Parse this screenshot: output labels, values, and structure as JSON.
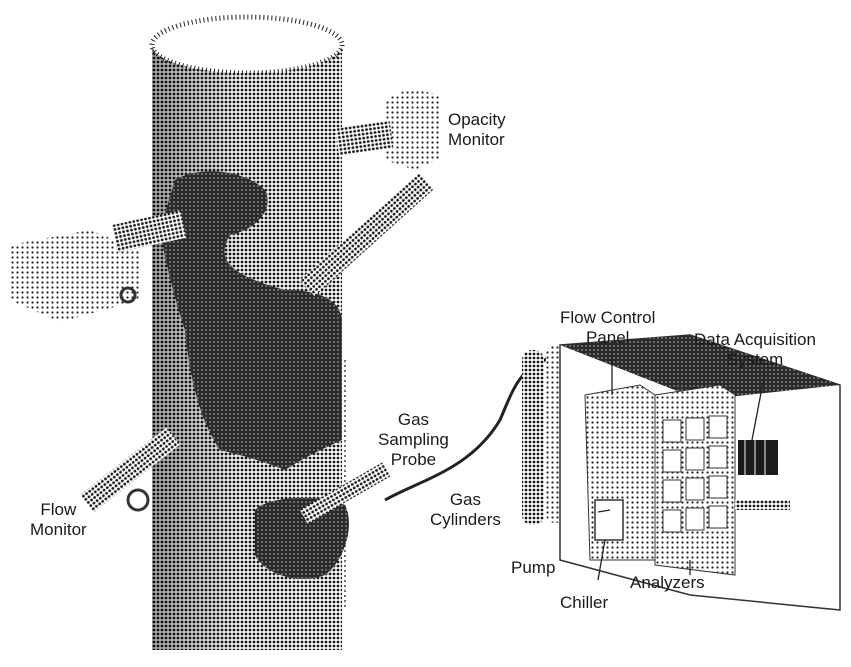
{
  "labels": {
    "opacity_monitor": [
      "Opacity",
      "Monitor"
    ],
    "flow_control_panel": [
      "Flow Control",
      "Panel"
    ],
    "data_acquisition_system": [
      "Data Acquisition",
      "System"
    ],
    "gas_sampling_probe": [
      "Gas",
      "Sampling",
      "Probe"
    ],
    "gas_cylinders": [
      "Gas",
      "Cylinders"
    ],
    "flow_monitor": [
      "Flow",
      "Monitor"
    ],
    "pump": "Pump",
    "chiller": "Chiller",
    "analyzers": "Analyzers"
  }
}
